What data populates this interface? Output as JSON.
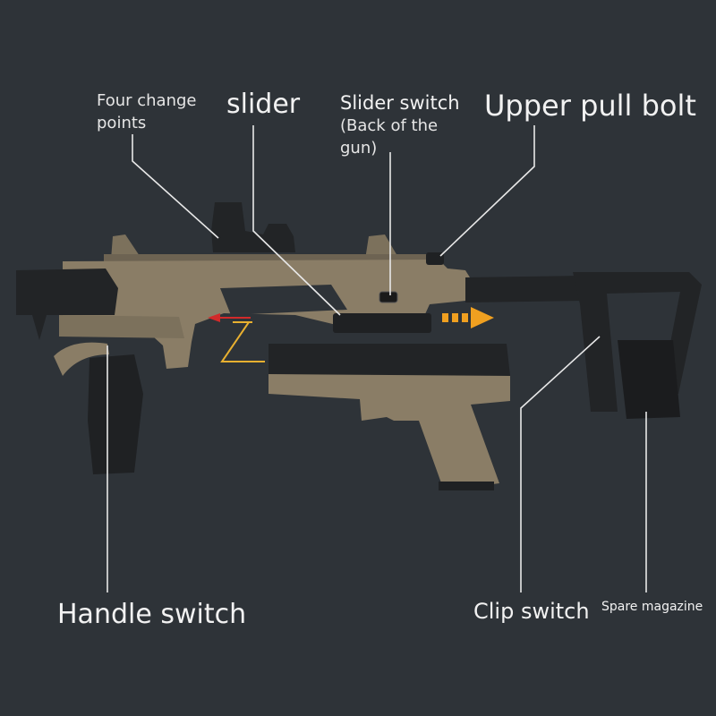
{
  "labels": {
    "four_change_points_line1": "Four change",
    "four_change_points_line2": "points",
    "slider": "slider",
    "slider_switch": "Slider switch",
    "slider_switch_note_line1": "(Back of the",
    "slider_switch_note_line2": "gun)",
    "upper_pull_bolt": "Upper pull bolt",
    "handle_switch": "Handle switch",
    "clip_switch": "Clip switch",
    "spare_magazine": "Spare magazine"
  },
  "colors": {
    "background": "#2e3338",
    "tan_body": "#8a7d66",
    "dark_parts": "#222426",
    "leader_lines": "#e8e8e8",
    "orange_arrow": "#f0a020",
    "red_arrow": "#d22a2a",
    "yellow_path": "#e8b030"
  },
  "icons": {
    "orange_arrow": "right-arrow",
    "red_arrow": "left-arrow"
  }
}
